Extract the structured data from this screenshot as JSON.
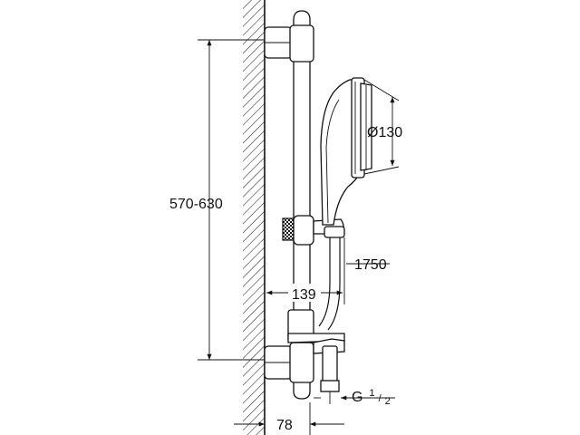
{
  "dimensions": {
    "rail_spacing": "570-630",
    "head_diameter": "Ø130",
    "hose_length": "1750",
    "head_projection": "139",
    "wall_projection": "78",
    "connection_main": "G",
    "connection_sup": "1",
    "connection_sub": "2"
  },
  "colors": {
    "line": "#111111",
    "background": "#ffffff"
  }
}
